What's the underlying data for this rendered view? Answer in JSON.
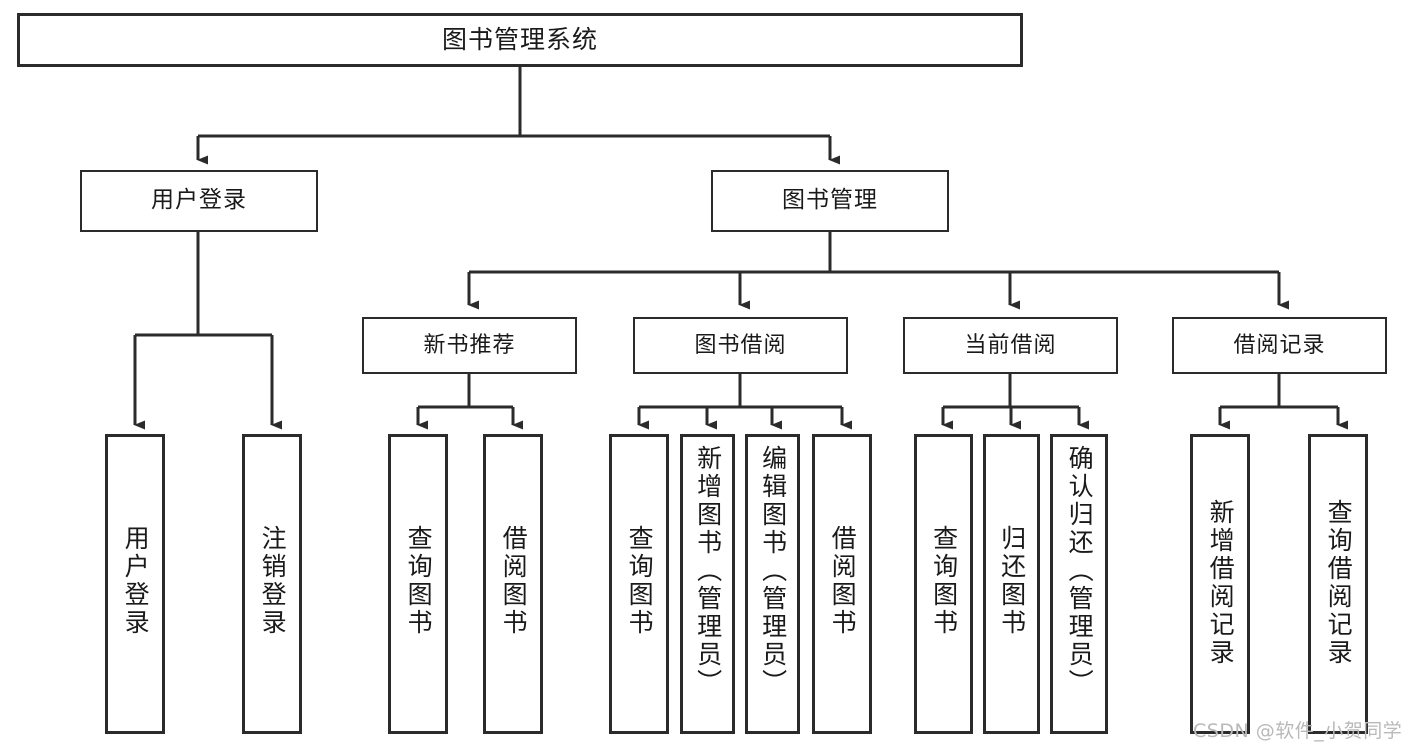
{
  "diagram": {
    "type": "tree-hierarchy-chart",
    "title": "图书管理系统",
    "colors": {
      "box_border": "#2b2b2b",
      "box_fill": "#ffffff",
      "connector": "#2b2b2b",
      "text": "#1a1a1a",
      "watermark": "#b9b9b9"
    },
    "root": {
      "label": "图书管理系统"
    },
    "level1": [
      {
        "label": "用户登录"
      },
      {
        "label": "图书管理"
      }
    ],
    "level2": [
      {
        "label": "新书推荐"
      },
      {
        "label": "图书借阅"
      },
      {
        "label": "当前借阅"
      },
      {
        "label": "借阅记录"
      }
    ],
    "leaves": {
      "user_login": [
        {
          "label": "用户登录"
        },
        {
          "label": "注销登录"
        }
      ],
      "new_book_recommend": [
        {
          "label": "查询图书"
        },
        {
          "label": "借阅图书"
        }
      ],
      "book_borrow": [
        {
          "label": "查询图书"
        },
        {
          "label": "新增图书（管理员）"
        },
        {
          "label": "编辑图书（管理员）"
        },
        {
          "label": "借阅图书"
        }
      ],
      "current_borrow": [
        {
          "label": "查询图书"
        },
        {
          "label": "归还图书"
        },
        {
          "label": "确认归还（管理员）"
        }
      ],
      "borrow_record": [
        {
          "label": "新增借阅记录"
        },
        {
          "label": "查询借阅记录"
        }
      ]
    }
  },
  "watermark": {
    "text": "CSDN @软件_小贺同学"
  }
}
